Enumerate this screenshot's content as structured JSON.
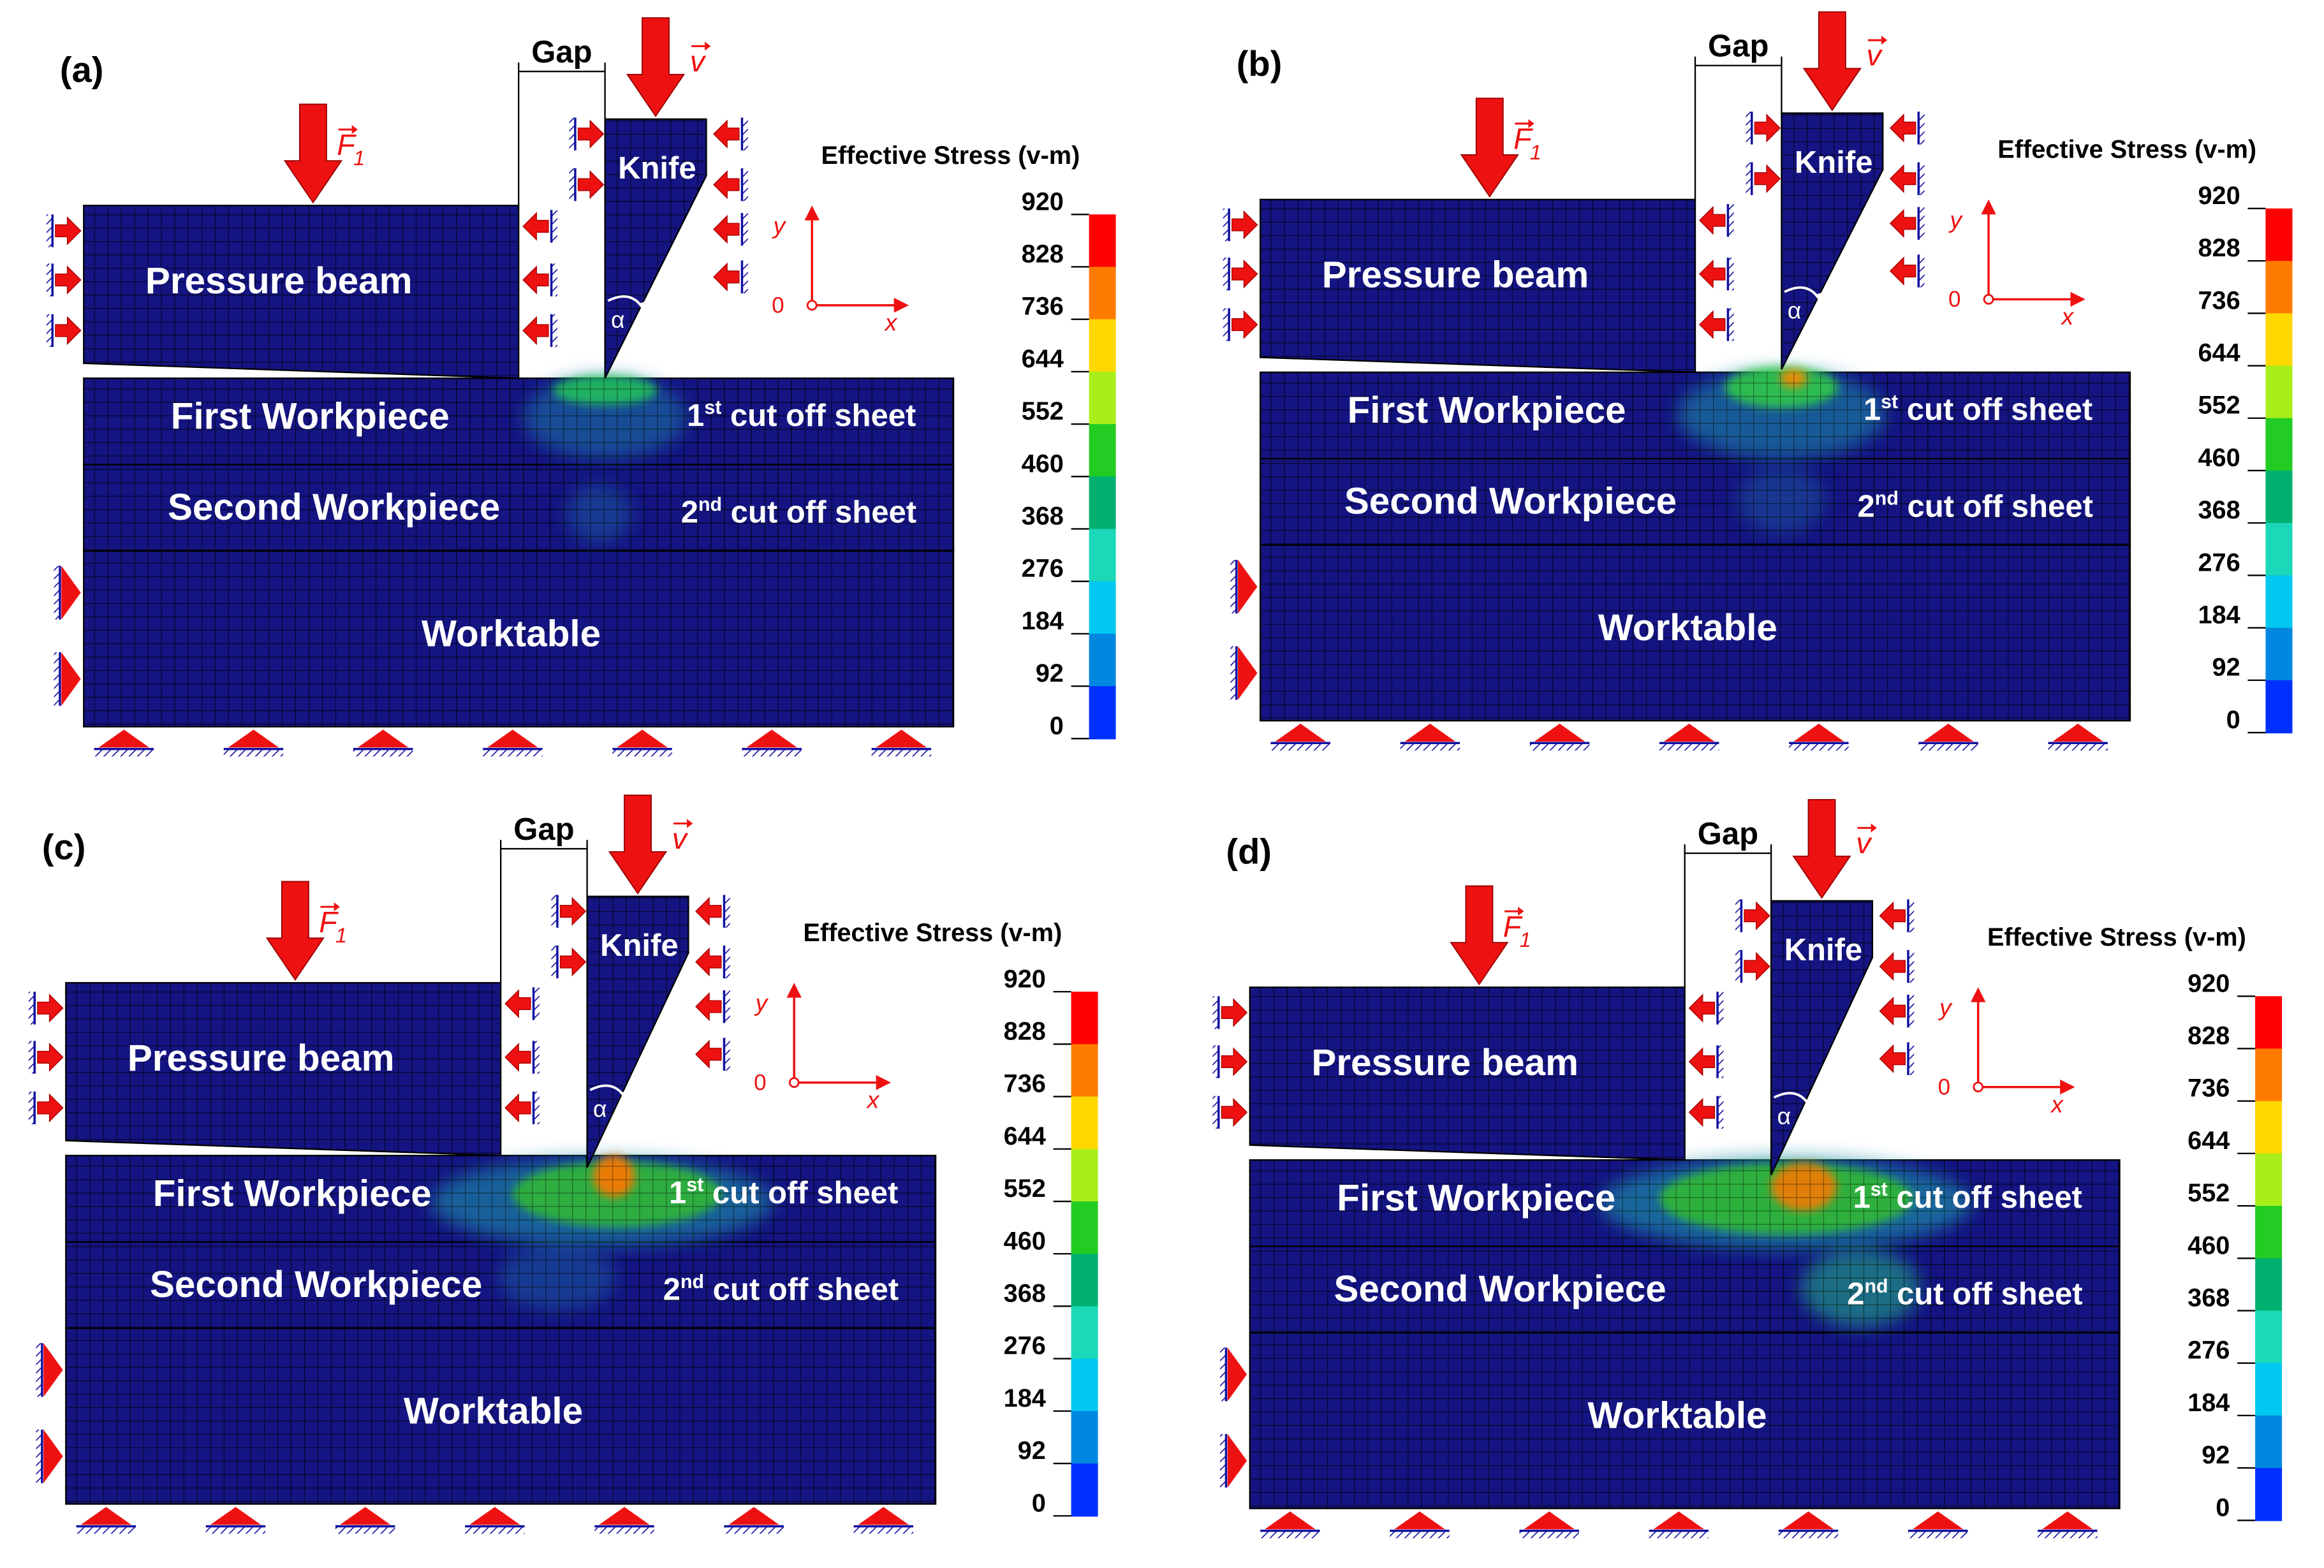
{
  "panels": [
    {
      "label": "(a)",
      "stage": 0
    },
    {
      "label": "(b)",
      "stage": 1
    },
    {
      "label": "(c)",
      "stage": 2
    },
    {
      "label": "(d)",
      "stage": 3
    }
  ],
  "labels": {
    "gap": "Gap",
    "knife": "Knife",
    "pressure_beam": "Pressure beam",
    "first_workpiece": "First Workpiece",
    "second_workpiece": "Second Workpiece",
    "worktable": "Worktable",
    "cut1_num": "1",
    "cut1_sup": "st",
    "cut1_rest": " cut off sheet",
    "cut2_num": "2",
    "cut2_sup": "nd",
    "cut2_rest": " cut off sheet",
    "force": "F",
    "force_sub": "1",
    "velocity": "v",
    "alpha": "α",
    "axis_y": "y",
    "axis_x": "x",
    "axis_origin": "0"
  },
  "legend": {
    "title": "Effective Stress (v-m)",
    "ticks": [
      "920",
      "828",
      "736",
      "644",
      "552",
      "460",
      "368",
      "276",
      "184",
      "92",
      "0"
    ],
    "colors": [
      "#ff0000",
      "#ff7b00",
      "#ffd800",
      "#a8ee1a",
      "#22cc22",
      "#00b070",
      "#1ad8b8",
      "#00c8f0",
      "#0088e0",
      "#0030ff"
    ]
  },
  "colors": {
    "mesh_fill": "#141482",
    "mesh_line": "#000000",
    "arrow": "#ee1111",
    "support": "#1010a0",
    "axis": "#ee1111"
  }
}
